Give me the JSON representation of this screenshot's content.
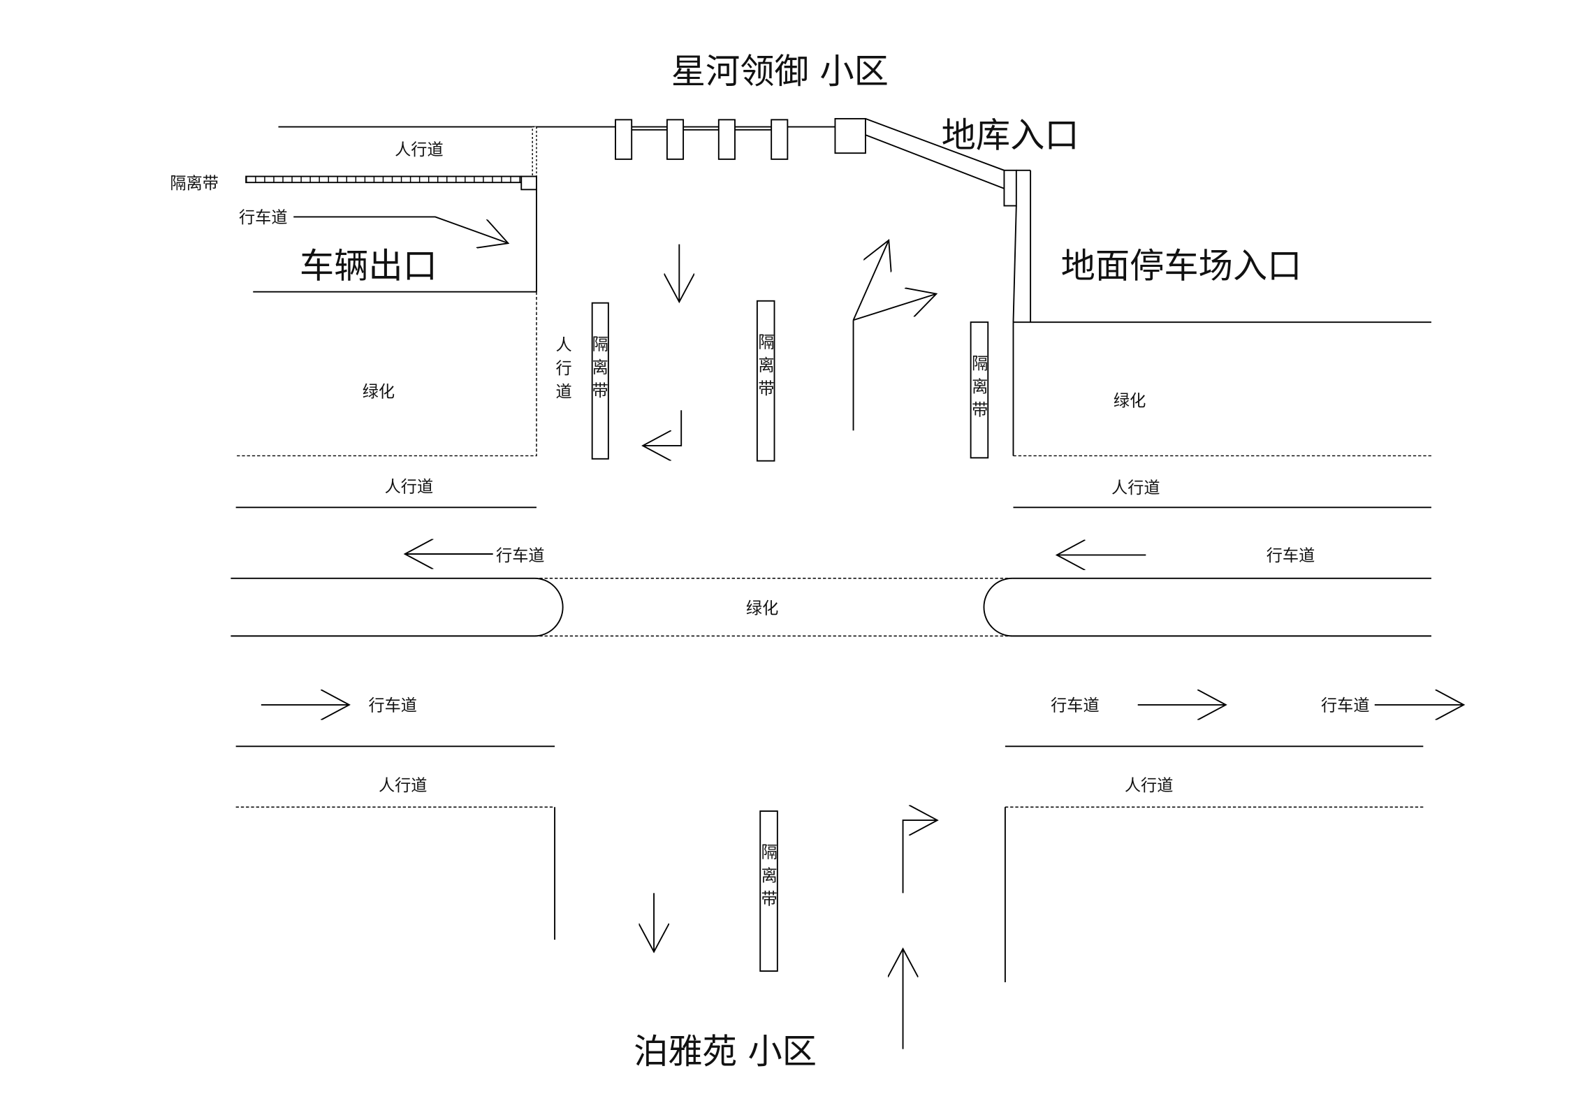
{
  "title_top": "星河领御  小区",
  "title_bottom": "泊雅苑    小区",
  "garage_entrance": "地库入口",
  "surface_parking_entrance": "地面停车场入口",
  "vehicle_exit": "车辆出口",
  "labels": {
    "sidewalk": "人行道",
    "lane": "行车道",
    "separator": "隔离带",
    "green": "绿化",
    "vertical_sidewalk": [
      "人",
      "行",
      "道"
    ],
    "vertical_separator": [
      "隔",
      "离",
      "带"
    ]
  }
}
